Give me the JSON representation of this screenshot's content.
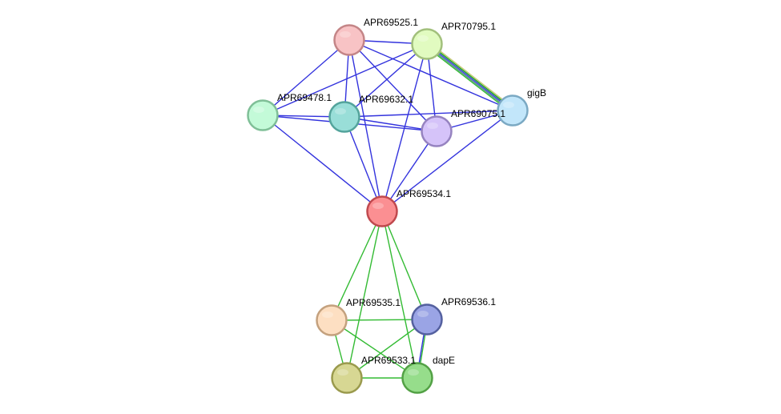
{
  "network": {
    "nodes": [
      {
        "id": "APR69525.1",
        "label": "APR69525.1",
        "fill": "#f8c3c5",
        "stroke": "#c48587"
      },
      {
        "id": "APR70795.1",
        "label": "APR70795.1",
        "fill": "#e1fbc0",
        "stroke": "#a2c07c"
      },
      {
        "id": "APR69478.1",
        "label": "APR69478.1",
        "fill": "#c3fad8",
        "stroke": "#7fbf97"
      },
      {
        "id": "APR69632.1",
        "label": "APR69632.1",
        "fill": "#99ded8",
        "stroke": "#54a49c"
      },
      {
        "id": "APR69075.1",
        "label": "APR69075.1",
        "fill": "#d5c3f9",
        "stroke": "#9683c0"
      },
      {
        "id": "gigB",
        "label": "gigB",
        "fill": "#c2e6fa",
        "stroke": "#7ba9c3"
      },
      {
        "id": "APR69534.1",
        "label": "APR69534.1",
        "fill": "#fb8f92",
        "stroke": "#c0494e"
      },
      {
        "id": "APR69535.1",
        "label": "APR69535.1",
        "fill": "#fddfc2",
        "stroke": "#c4a17e"
      },
      {
        "id": "APR69536.1",
        "label": "APR69536.1",
        "fill": "#9aa4e5",
        "stroke": "#54609f"
      },
      {
        "id": "APR69533.1",
        "label": "APR69533.1",
        "fill": "#d7d793",
        "stroke": "#9a9a4d"
      },
      {
        "id": "dapE",
        "label": "dapE",
        "fill": "#96dd8b",
        "stroke": "#53a145"
      }
    ],
    "edges": [
      {
        "source": "APR69525.1",
        "target": "APR70795.1",
        "colors": [
          "#3333dd"
        ]
      },
      {
        "source": "APR69525.1",
        "target": "APR69478.1",
        "colors": [
          "#3333dd"
        ]
      },
      {
        "source": "APR69525.1",
        "target": "APR69632.1",
        "colors": [
          "#3333dd"
        ]
      },
      {
        "source": "APR69525.1",
        "target": "APR69075.1",
        "colors": [
          "#3333dd"
        ]
      },
      {
        "source": "APR69525.1",
        "target": "gigB",
        "colors": [
          "#3333dd"
        ]
      },
      {
        "source": "APR69525.1",
        "target": "APR69534.1",
        "colors": [
          "#3333dd"
        ]
      },
      {
        "source": "APR70795.1",
        "target": "APR69478.1",
        "colors": [
          "#3333dd"
        ]
      },
      {
        "source": "APR70795.1",
        "target": "APR69632.1",
        "colors": [
          "#3333dd"
        ]
      },
      {
        "source": "APR70795.1",
        "target": "APR69075.1",
        "colors": [
          "#3333dd"
        ]
      },
      {
        "source": "APR70795.1",
        "target": "gigB",
        "colors": [
          "#c8c878",
          "#1aa81a",
          "#3333dd",
          "#4f8a8a",
          "#33bb33"
        ]
      },
      {
        "source": "APR70795.1",
        "target": "APR69534.1",
        "colors": [
          "#3333dd"
        ]
      },
      {
        "source": "APR69478.1",
        "target": "APR69632.1",
        "colors": [
          "#3333dd"
        ]
      },
      {
        "source": "APR69478.1",
        "target": "APR69075.1",
        "colors": [
          "#3333dd"
        ]
      },
      {
        "source": "APR69478.1",
        "target": "APR69534.1",
        "colors": [
          "#3333dd"
        ]
      },
      {
        "source": "APR69632.1",
        "target": "APR69075.1",
        "colors": [
          "#3333dd"
        ]
      },
      {
        "source": "APR69632.1",
        "target": "gigB",
        "colors": [
          "#3333dd"
        ]
      },
      {
        "source": "APR69632.1",
        "target": "APR69534.1",
        "colors": [
          "#3333dd"
        ]
      },
      {
        "source": "APR69075.1",
        "target": "gigB",
        "colors": [
          "#3333dd"
        ]
      },
      {
        "source": "APR69075.1",
        "target": "APR69534.1",
        "colors": [
          "#3333dd"
        ]
      },
      {
        "source": "gigB",
        "target": "APR69534.1",
        "colors": [
          "#3333dd"
        ]
      },
      {
        "source": "APR69534.1",
        "target": "APR69535.1",
        "colors": [
          "#33bb33"
        ]
      },
      {
        "source": "APR69534.1",
        "target": "APR69536.1",
        "colors": [
          "#33bb33"
        ]
      },
      {
        "source": "APR69534.1",
        "target": "APR69533.1",
        "colors": [
          "#33bb33"
        ]
      },
      {
        "source": "APR69534.1",
        "target": "dapE",
        "colors": [
          "#33bb33"
        ]
      },
      {
        "source": "APR69535.1",
        "target": "APR69536.1",
        "colors": [
          "#33bb33"
        ]
      },
      {
        "source": "APR69535.1",
        "target": "APR69533.1",
        "colors": [
          "#33bb33"
        ]
      },
      {
        "source": "APR69535.1",
        "target": "dapE",
        "colors": [
          "#33bb33"
        ]
      },
      {
        "source": "APR69536.1",
        "target": "APR69533.1",
        "colors": [
          "#33bb33"
        ]
      },
      {
        "source": "APR69536.1",
        "target": "dapE",
        "colors": [
          "#33bb33",
          "#3333dd"
        ]
      },
      {
        "source": "APR69533.1",
        "target": "dapE",
        "colors": [
          "#33bb33"
        ]
      }
    ]
  }
}
